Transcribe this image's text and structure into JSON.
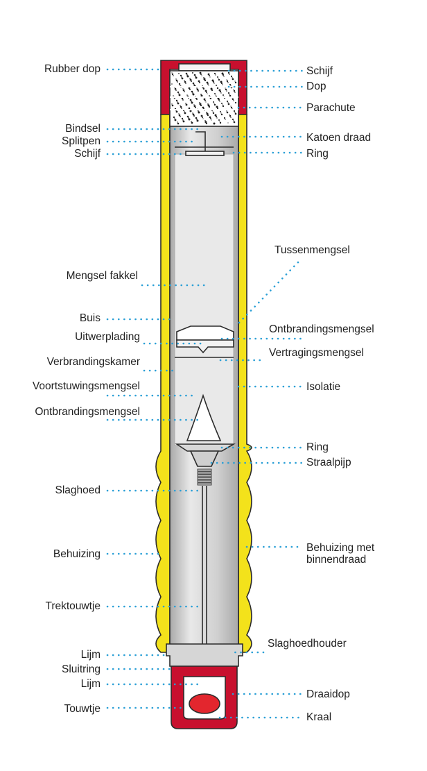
{
  "colors": {
    "leader": "#2a9fd6",
    "outline": "#2b2b2b",
    "yellow": "#f3e21b",
    "red": "#c8102e",
    "bright_red": "#e3262e",
    "metal_light": "#e9e9e9",
    "metal": "#cfcfcf",
    "metal_dark": "#a9a9a9"
  },
  "labels": {
    "rubber_dop": "Rubber dop",
    "schijf_top": "Schijf",
    "dop": "Dop",
    "parachute": "Parachute",
    "bindsel": "Bindsel",
    "katoen_draad": "Katoen draad",
    "splitpen": "Splitpen",
    "schijf_left": "Schijf",
    "ring_top": "Ring",
    "tussenmengsel": "Tussenmengsel",
    "mengsel_fakkel": "Mengsel fakkel",
    "buis": "Buis",
    "ontbrandingsmengsel_right": "Ontbrandingsmengsel",
    "uitwerplading": "Uitwerplading",
    "vertragingsmengsel": "Vertragingsmengsel",
    "verbrandingskamer": "Verbrandingskamer",
    "voortstuwingsmengsel": "Voortstuwingsmengsel",
    "isolatie": "Isolatie",
    "ontbrandingsmengsel_left": "Ontbrandingsmengsel",
    "ring_mid": "Ring",
    "straalpijp": "Straalpijp",
    "slaghoed": "Slaghoed",
    "behuizing": "Behuizing",
    "behuizing_met_binnendraad": "Behuizing met binnendraad",
    "trektouwtje": "Trektouwtje",
    "slaghoedhouder": "Slaghoedhouder",
    "lijm_top": "Lijm",
    "sluitring": "Sluitring",
    "lijm_bottom": "Lijm",
    "draaidop": "Draaidop",
    "touwtje": "Touwtje",
    "kraal": "Kraal"
  }
}
